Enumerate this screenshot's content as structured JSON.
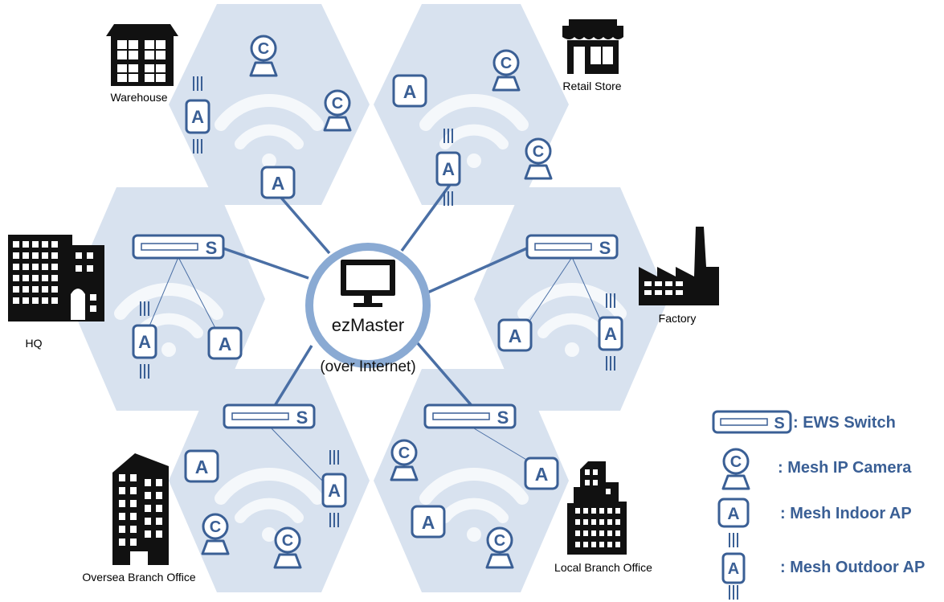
{
  "hub": {
    "title": "ezMaster",
    "subtitle": "(over Internet)"
  },
  "sites": {
    "warehouse": "Warehouse",
    "retail": "Retail Store",
    "hq": "HQ",
    "factory": "Factory",
    "oversea": "Oversea Branch Office",
    "local": "Local Branch Office"
  },
  "glyphs": {
    "switch": "S",
    "camera": "C",
    "ap": "A"
  },
  "legend": {
    "switch": ": EWS Switch",
    "camera": ": Mesh IP Camera",
    "indoor": ": Mesh Indoor AP",
    "outdoor": ": Mesh Outdoor AP"
  },
  "colors": {
    "hex": "#d8e2ef",
    "accent": "#3a5f95",
    "ring": "#8aaad3",
    "icon": "#111111"
  }
}
